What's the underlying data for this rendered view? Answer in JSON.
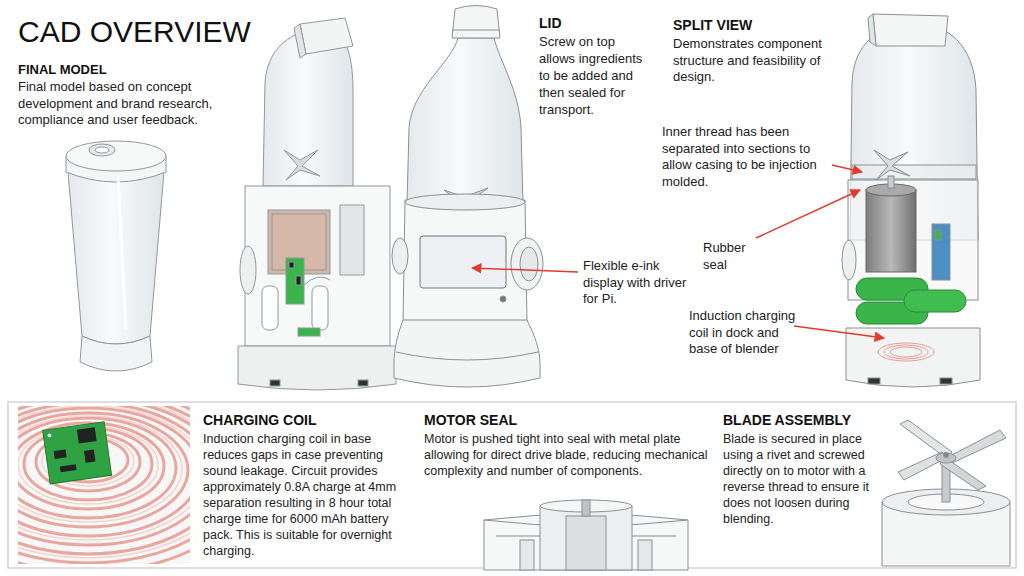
{
  "diagram": {
    "title": "CAD OVERVIEW",
    "labels": [
      "FINAL MODEL",
      "Final model based on concept development and brand research, compliance and user feedback.",
      "LID",
      "Screw on top allows ingredients to be added and then sealed for transport.",
      "SPLIT VIEW",
      "Demonstrates component structure and feasibility of design.",
      "Inner thread has been separated into sections to allow casing to be injection molded.",
      "Rubber seal",
      "Induction charging coil in dock and base of blender",
      "Flexible e-ink display with driver for Pi.",
      "CHARGING COIL",
      "Induction charging coil in base reduces gaps in case preventing sound leakage. Circuit provides approximately 0.8A charge at 4mm separation resulting in 8 hour total charge time for 6000 mAh battery pack. This is suitable for overnight charging.",
      "MOTOR SEAL",
      "Motor is pushed tight into seal with metal plate allowing for direct drive blade, reducing mechanical complexity and number of components.",
      "BLADE ASSEMBLY",
      "Blade is secured in place using a rivet and screwed directly on to motor with a reverse thread to ensure it does not loosen during blending."
    ]
  }
}
